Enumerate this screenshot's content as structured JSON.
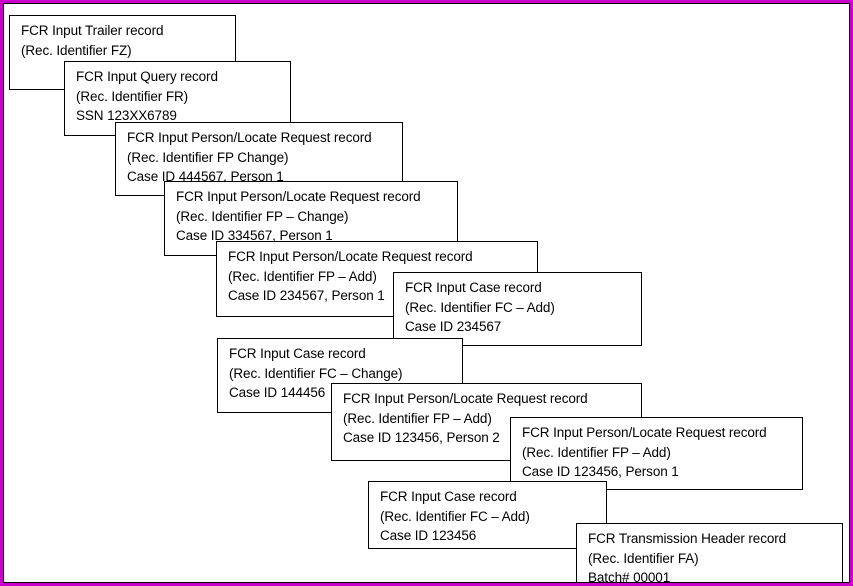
{
  "frame": {
    "outer_border_color": "#cc00cc",
    "inner_border_color": "#000000",
    "background_color": "#ffffff"
  },
  "diagram_description": "Cascade of overlapping FCR input record boxes, from Trailer record (top left) to Transmission Header record (bottom right)",
  "boxes": [
    {
      "name": "input-trailer",
      "lines": [
        "FCR Input Trailer record",
        "(Rec. Identifier FZ)"
      ]
    },
    {
      "name": "input-query",
      "lines": [
        "FCR Input Query record",
        "(Rec. Identifier FR)",
        "SSN 123XX6789"
      ]
    },
    {
      "name": "person-locate-444567",
      "lines": [
        "FCR Input Person/Locate Request record",
        "(Rec. Identifier FP Change)",
        "Case ID 444567, Person 1"
      ]
    },
    {
      "name": "person-locate-334567",
      "lines": [
        "FCR Input Person/Locate Request record",
        "(Rec. Identifier FP – Change)",
        "Case ID 334567, Person 1"
      ]
    },
    {
      "name": "person-locate-234567",
      "lines": [
        "FCR Input Person/Locate Request record",
        "(Rec. Identifier FP – Add)",
        "Case ID 234567, Person 1"
      ]
    },
    {
      "name": "case-234567",
      "lines": [
        "FCR Input Case record",
        "(Rec. Identifier FC – Add)",
        "Case ID 234567"
      ]
    },
    {
      "name": "case-144456",
      "lines": [
        "FCR Input Case record",
        "(Rec. Identifier FC – Change)",
        "Case ID 144456"
      ]
    },
    {
      "name": "person-locate-123456-person2",
      "lines": [
        "FCR Input Person/Locate Request record",
        "(Rec. Identifier FP – Add)",
        "Case ID 123456, Person 2"
      ]
    },
    {
      "name": "person-locate-123456-person1",
      "lines": [
        "FCR Input Person/Locate Request record",
        "(Rec. Identifier FP – Add)",
        "Case ID 123456, Person 1"
      ]
    },
    {
      "name": "case-123456",
      "lines": [
        "FCR Input Case record",
        "(Rec. Identifier FC – Add)",
        "Case ID 123456"
      ]
    },
    {
      "name": "transmission-header",
      "lines": [
        "FCR Transmission Header record",
        "(Rec. Identifier FA)",
        "Batch# 00001"
      ]
    }
  ]
}
